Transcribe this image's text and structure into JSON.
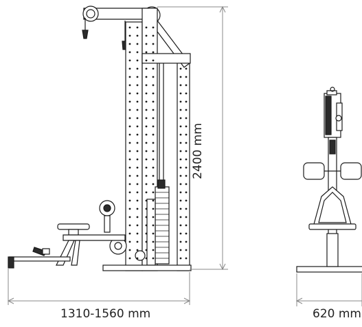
{
  "dimensions": {
    "height_label": "2400 mm",
    "side_width_label": "1310-1560 mm",
    "front_width_label": "620 mm"
  },
  "colors": {
    "line": "#1a1a1a",
    "dimension_line": "#888888",
    "frame_fill": "#ffffff",
    "dark_fill": "#2b2b2b"
  }
}
